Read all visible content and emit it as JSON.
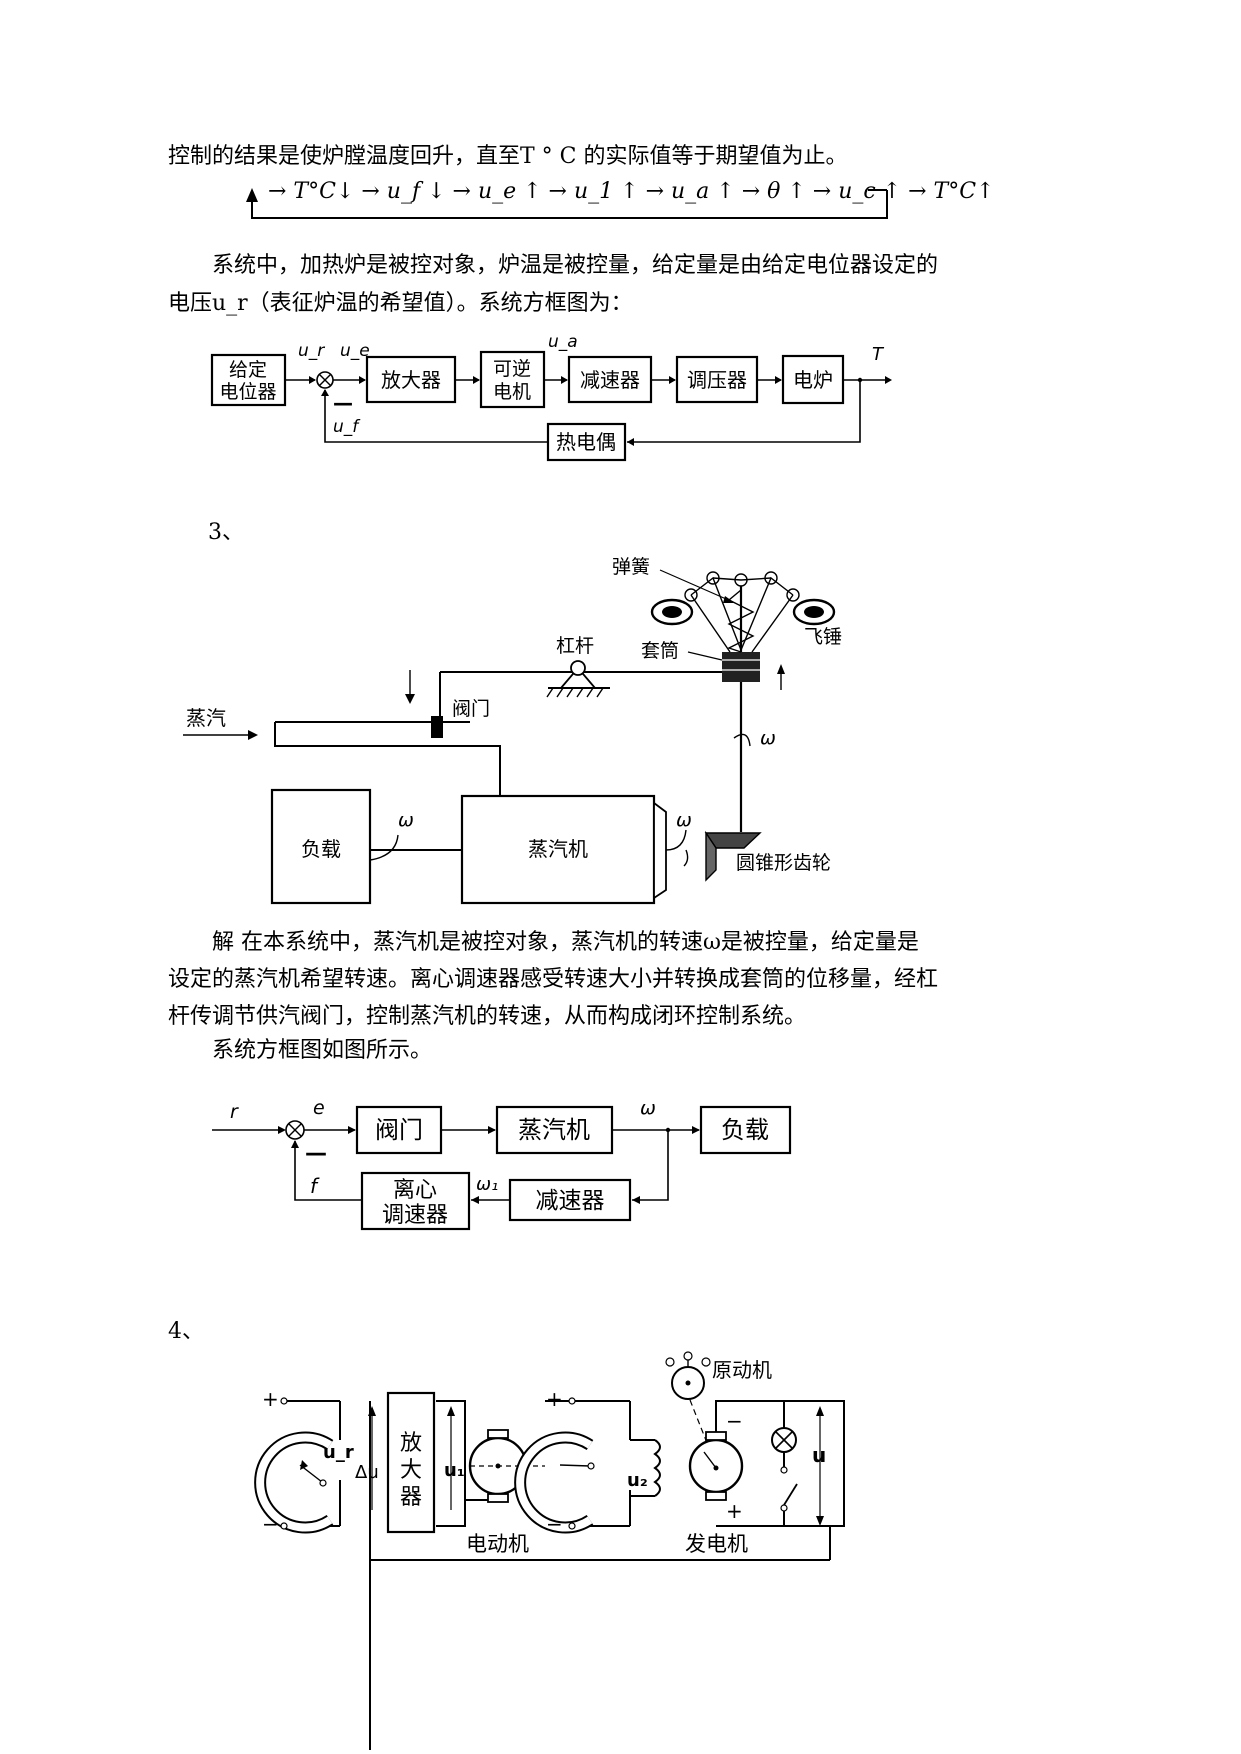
{
  "para1": "控制的结果是使炉膛温度回升，直至T ° C 的实际值等于期望值为止。",
  "chain": {
    "text": "→ T°C↓ → u_f ↓ → u_e ↑ → u_1 ↑ → u_a ↑ → θ ↑ → u_c ↑ → T°C↑"
  },
  "para2a": "系统中，加热炉是被控对象，炉温是被控量，给定量是由给定电位器设定的",
  "para2b": "电压u_r（表征炉温的希望值）。系统方框图为：",
  "diagram1": {
    "box_setpoint_l1": "给定",
    "box_setpoint_l2": "电位器",
    "box_amp": "放大器",
    "box_motor_l1": "可逆",
    "box_motor_l2": "电机",
    "box_reducer": "减速器",
    "box_regulator": "调压器",
    "box_furnace": "电炉",
    "box_thermo": "热电偶",
    "sig_ur": "u_r",
    "sig_ue": "u_e",
    "sig_ua": "u_a",
    "sig_uf": "u_f",
    "sig_T": "T",
    "minus": "—"
  },
  "section3": "3、",
  "figure3": {
    "spring": "弹簧",
    "lever": "杠杆",
    "sleeve": "套筒",
    "flyweight": "飞锤",
    "steam": "蒸汽",
    "valve": "阀门",
    "omega": "ω",
    "load": "负载",
    "engine": "蒸汽机",
    "bevel_gear": "圆锥形齿轮"
  },
  "para3a": "解  在本系统中，蒸汽机是被控对象，蒸汽机的转速ω是被控量，给定量是",
  "para3b": "设定的蒸汽机希望转速。离心调速器感受转速大小并转换成套筒的位移量，经杠",
  "para3c": "杆传调节供汽阀门，控制蒸汽机的转速，从而构成闭环控制系统。",
  "para3d": "系统方框图如图所示。",
  "diagram2": {
    "box_valve": "阀门",
    "box_engine": "蒸汽机",
    "box_load": "负载",
    "box_governor_l1": "离心",
    "box_governor_l2": "调速器",
    "box_reducer": "减速器",
    "sig_r": "r",
    "sig_e": "e",
    "sig_omega": "ω",
    "sig_omega1": "ω₁",
    "sig_f": "f",
    "minus": "—"
  },
  "section4": "4、",
  "figure4": {
    "prime_mover": "原动机",
    "plus": "+",
    "minus": "−",
    "ur": "u_r",
    "du": "Δu",
    "amp_l1": "放",
    "amp_l2": "大",
    "amp_l3": "器",
    "u1": "u₁",
    "u2": "u₂",
    "u": "u",
    "motor": "电动机",
    "generator": "发电机"
  }
}
